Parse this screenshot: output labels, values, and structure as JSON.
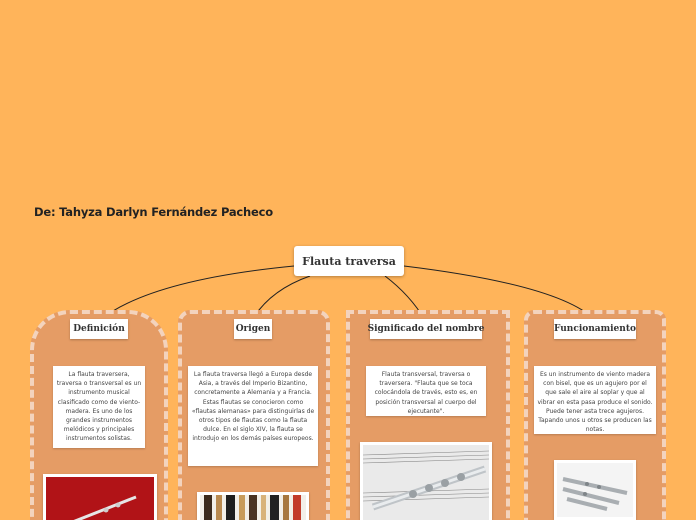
{
  "author": "De: Tahyza Darlyn Fernández Pacheco",
  "root": {
    "label": "Flauta traversa"
  },
  "branches": [
    {
      "title": "Definición",
      "text": "La flauta traversera, traversa o transversal es un instrumento musical clasificado como de viento-madera. Es uno de los grandes instrumentos melódicos y principales instrumentos solistas.",
      "image": "flute-on-red-photo"
    },
    {
      "title": "Origen",
      "text": "La flauta traversa llegó a Europa desde Asia, a través del Imperio Bizantino, concretamente a Alemania y a Francia. Estas flautas se conocieron como «flautas alemanas» para distinguirlas de otros tipos de flautas como la flauta dulce. En el siglo XIV, la flauta se introdujo en los demás países europeos.",
      "image": "flute-collection-photo"
    },
    {
      "title": "Significado del nombre",
      "text": "Flauta transversal, traversa o traversera. \"Flauta que se toca colocándola de través, esto es, en posición transversal al cuerpo del ejecutante\".",
      "image": "flute-on-sheet-music-photo"
    },
    {
      "title": "Funcionamiento",
      "text": "Es un instrumento de viento madera con bisel, que es un agujero por el que sale el aire al soplar y que al vibrar en esta pasa produce el sonido. Puede tener asta trece agujeros. Tapando unos u otros se producen las notas.",
      "image": "disassembled-flute-photo"
    }
  ],
  "colors": {
    "background": "#ffb45a",
    "column": "#e59c65",
    "column_border": "#f3d3bd",
    "node": "#ffffff"
  }
}
